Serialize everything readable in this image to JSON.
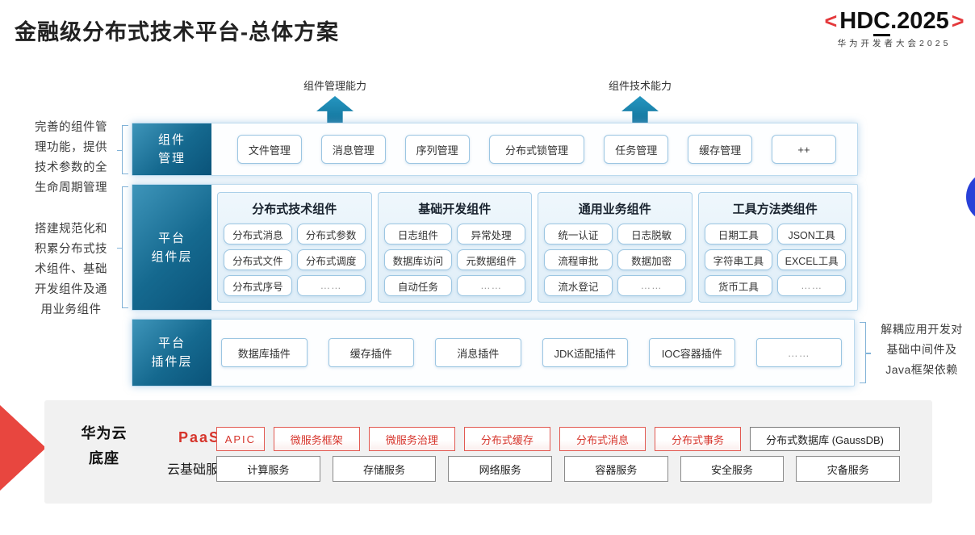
{
  "header": {
    "title": "金融级分布式技术平台-总体方案",
    "logo": {
      "open": "<",
      "pre": "HD",
      "underlined": "C",
      "post": ".2025",
      "close": ">",
      "subtitle": "华为开发者大会2025"
    }
  },
  "arrows": {
    "left": {
      "label": "组件管理能力"
    },
    "right": {
      "label": "组件技术能力"
    }
  },
  "notes": {
    "left_top": {
      "lines": [
        "完善的组件管",
        "理功能，提供",
        "技术参数的全",
        "生命周期管理"
      ]
    },
    "left_bottom": {
      "lines": [
        "搭建规范化和",
        "积累分布式技",
        "术组件、基础",
        "开发组件及通",
        "用业务组件"
      ]
    },
    "right": {
      "lines": [
        "解耦应用开发对",
        "基础中间件及",
        "Java框架依赖"
      ]
    }
  },
  "layers": {
    "mgmt": {
      "label_lines": [
        "组件",
        "管理"
      ],
      "items": [
        "文件管理",
        "消息管理",
        "序列管理",
        "分布式锁管理",
        "任务管理",
        "缓存管理",
        "++"
      ]
    },
    "components": {
      "label_lines": [
        "平台",
        "组件层"
      ],
      "columns": [
        {
          "title": "分布式技术组件",
          "items": [
            "分布式消息",
            "分布式参数",
            "分布式文件",
            "分布式调度",
            "分布式序号",
            "……"
          ]
        },
        {
          "title": "基础开发组件",
          "items": [
            "日志组件",
            "异常处理",
            "数据库访问",
            "元数据组件",
            "自动任务",
            "……"
          ]
        },
        {
          "title": "通用业务组件",
          "items": [
            "统一认证",
            "日志脱敏",
            "流程审批",
            "数据加密",
            "流水登记",
            "……"
          ]
        },
        {
          "title": "工具方法类组件",
          "items": [
            "日期工具",
            "JSON工具",
            "字符串工具",
            "EXCEL工具",
            "货币工具",
            "……"
          ]
        }
      ]
    },
    "plugins": {
      "label_lines": [
        "平台",
        "插件层"
      ],
      "items": [
        "数据库插件",
        "缓存插件",
        "消息插件",
        "JDK适配插件",
        "IOC容器插件",
        "……"
      ]
    }
  },
  "foundation": {
    "label_lines": [
      "华为云",
      "底座"
    ],
    "paas_label": "PaaS",
    "paas_items": [
      "APIC",
      "微服务框架",
      "微服务治理",
      "分布式缓存",
      "分布式消息",
      "分布式事务"
    ],
    "paas_db": "分布式数据库 (GaussDB)",
    "cloud_label": "云基础服务",
    "cloud_items": [
      "计算服务",
      "存储服务",
      "网络服务",
      "容器服务",
      "安全服务",
      "灾备服务"
    ]
  },
  "colors": {
    "accent_red": "#D6342B",
    "teal_label": "#0D6A93",
    "light_blue_border": "#9CC6E2",
    "blue_dot": "#2840D8",
    "foundation_bg": "#F1F1F1"
  }
}
